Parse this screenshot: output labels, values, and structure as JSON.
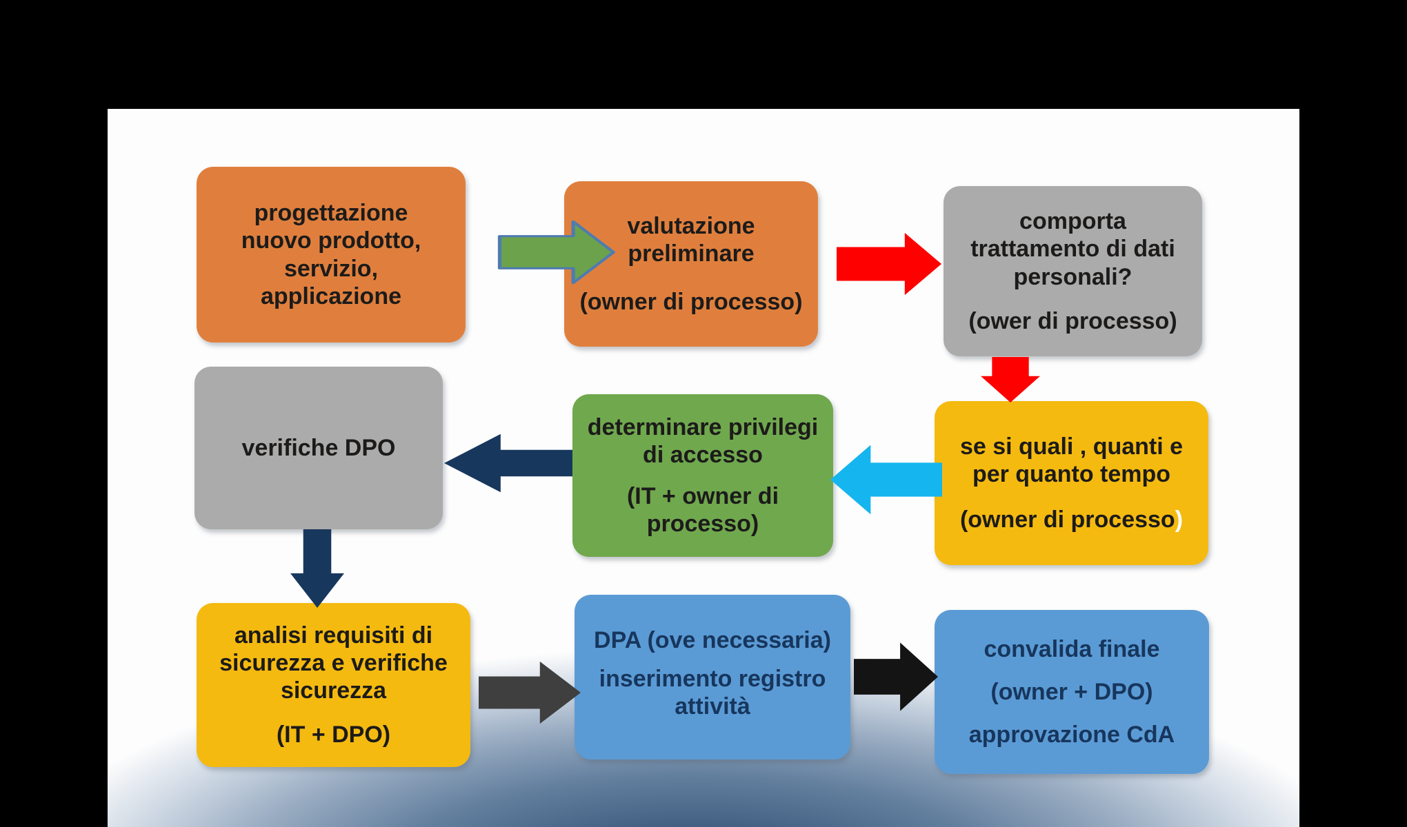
{
  "colors": {
    "background": "#000000",
    "canvas": "#fdfdfd",
    "orange_box": "#e07f3d",
    "gray_box": "#ababab",
    "yellow_box": "#f5ba10",
    "green_box": "#70a84e",
    "blue_box": "#5b9bd5",
    "dark_text": "#1c1b1a",
    "navy_text": "#17365d",
    "green_arrow": "#6ca24c",
    "green_arrow_border": "#4f7bb0",
    "red_arrow": "#fe0000",
    "cyan_arrow": "#15b5ef",
    "navy_arrow": "#17375d",
    "dark_gray_arrow": "#3f3f3f",
    "black_arrow": "#141414",
    "bottom_shadow": "#2e4968"
  },
  "boxes": {
    "box1": {
      "text": "progettazione\nnuovo prodotto,\nservizio,\napplicazione"
    },
    "box2": {
      "p1": "valutazione\npreliminare",
      "p2": "(owner di processo)"
    },
    "box3": {
      "p1": "comporta\ntrattamento di  dati\npersonali?",
      "p2": "(ower di processo)"
    },
    "box4": {
      "p1": "se si quali , quanti e\nper quanto tempo",
      "p2": "(owner di processo",
      "p2_suffix": ")"
    },
    "box5": {
      "p1": "determinare privilegi\ndi accesso",
      "p2": "(IT + owner di\nprocesso)"
    },
    "box6": {
      "text": "verifiche DPO"
    },
    "box7": {
      "p1": "analisi requisiti di\nsicurezza e verifiche\nsicurezza",
      "p2": "(IT + DPO)"
    },
    "box8": {
      "p1": "DPA (ove necessaria)",
      "p2": "inserimento registro\nattività"
    },
    "box9": {
      "l1": "convalida finale",
      "l2": "(owner + DPO)",
      "l3": "approvazione CdA"
    }
  },
  "arrows": {
    "a1": "green right arrow: progettazione to valutazione",
    "a2": "red right arrow: valutazione to comporta trattamento",
    "a3": "red down arrow: comporta trattamento to se si quali",
    "a4": "cyan left arrow: se si quali to determinare privilegi",
    "a5": "navy left arrow: determinare privilegi to verifiche DPO",
    "a6": "navy down arrow: verifiche DPO to analisi requisiti",
    "a7": "dark gray right arrow: analisi requisiti to DPA",
    "a8": "black right arrow: DPA to convalida finale"
  }
}
